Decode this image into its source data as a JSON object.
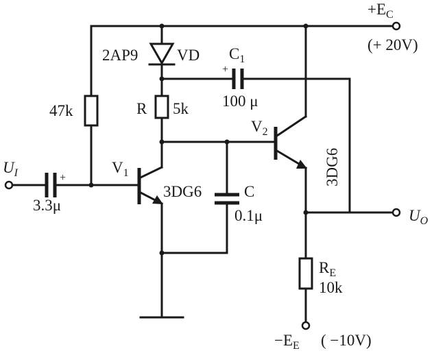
{
  "supply_top": {
    "label": "+E",
    "sub": "C",
    "value": "(+ 20V)"
  },
  "supply_bottom": {
    "label": "−E",
    "sub": "E",
    "value": "( −10V)"
  },
  "input": {
    "label": "U",
    "sub": "I"
  },
  "output": {
    "label": "U",
    "sub": "O"
  },
  "r_bias": {
    "value": "47k"
  },
  "c_in": {
    "value": "3.3μ",
    "polarity": "+"
  },
  "diode": {
    "type": "2AP9",
    "name": "VD"
  },
  "r_load": {
    "name": "R",
    "value": "5k"
  },
  "c1": {
    "name": "C",
    "sub": "1",
    "value": "100 μ",
    "polarity": "+"
  },
  "t1": {
    "name": "V",
    "sub": "1",
    "type": "3DG6"
  },
  "t2": {
    "name": "V",
    "sub": "2",
    "type": "3DG6"
  },
  "c_bypass": {
    "name": "C",
    "value": "0.1μ"
  },
  "r_e": {
    "name": "R",
    "sub": "E",
    "value": "10k"
  }
}
